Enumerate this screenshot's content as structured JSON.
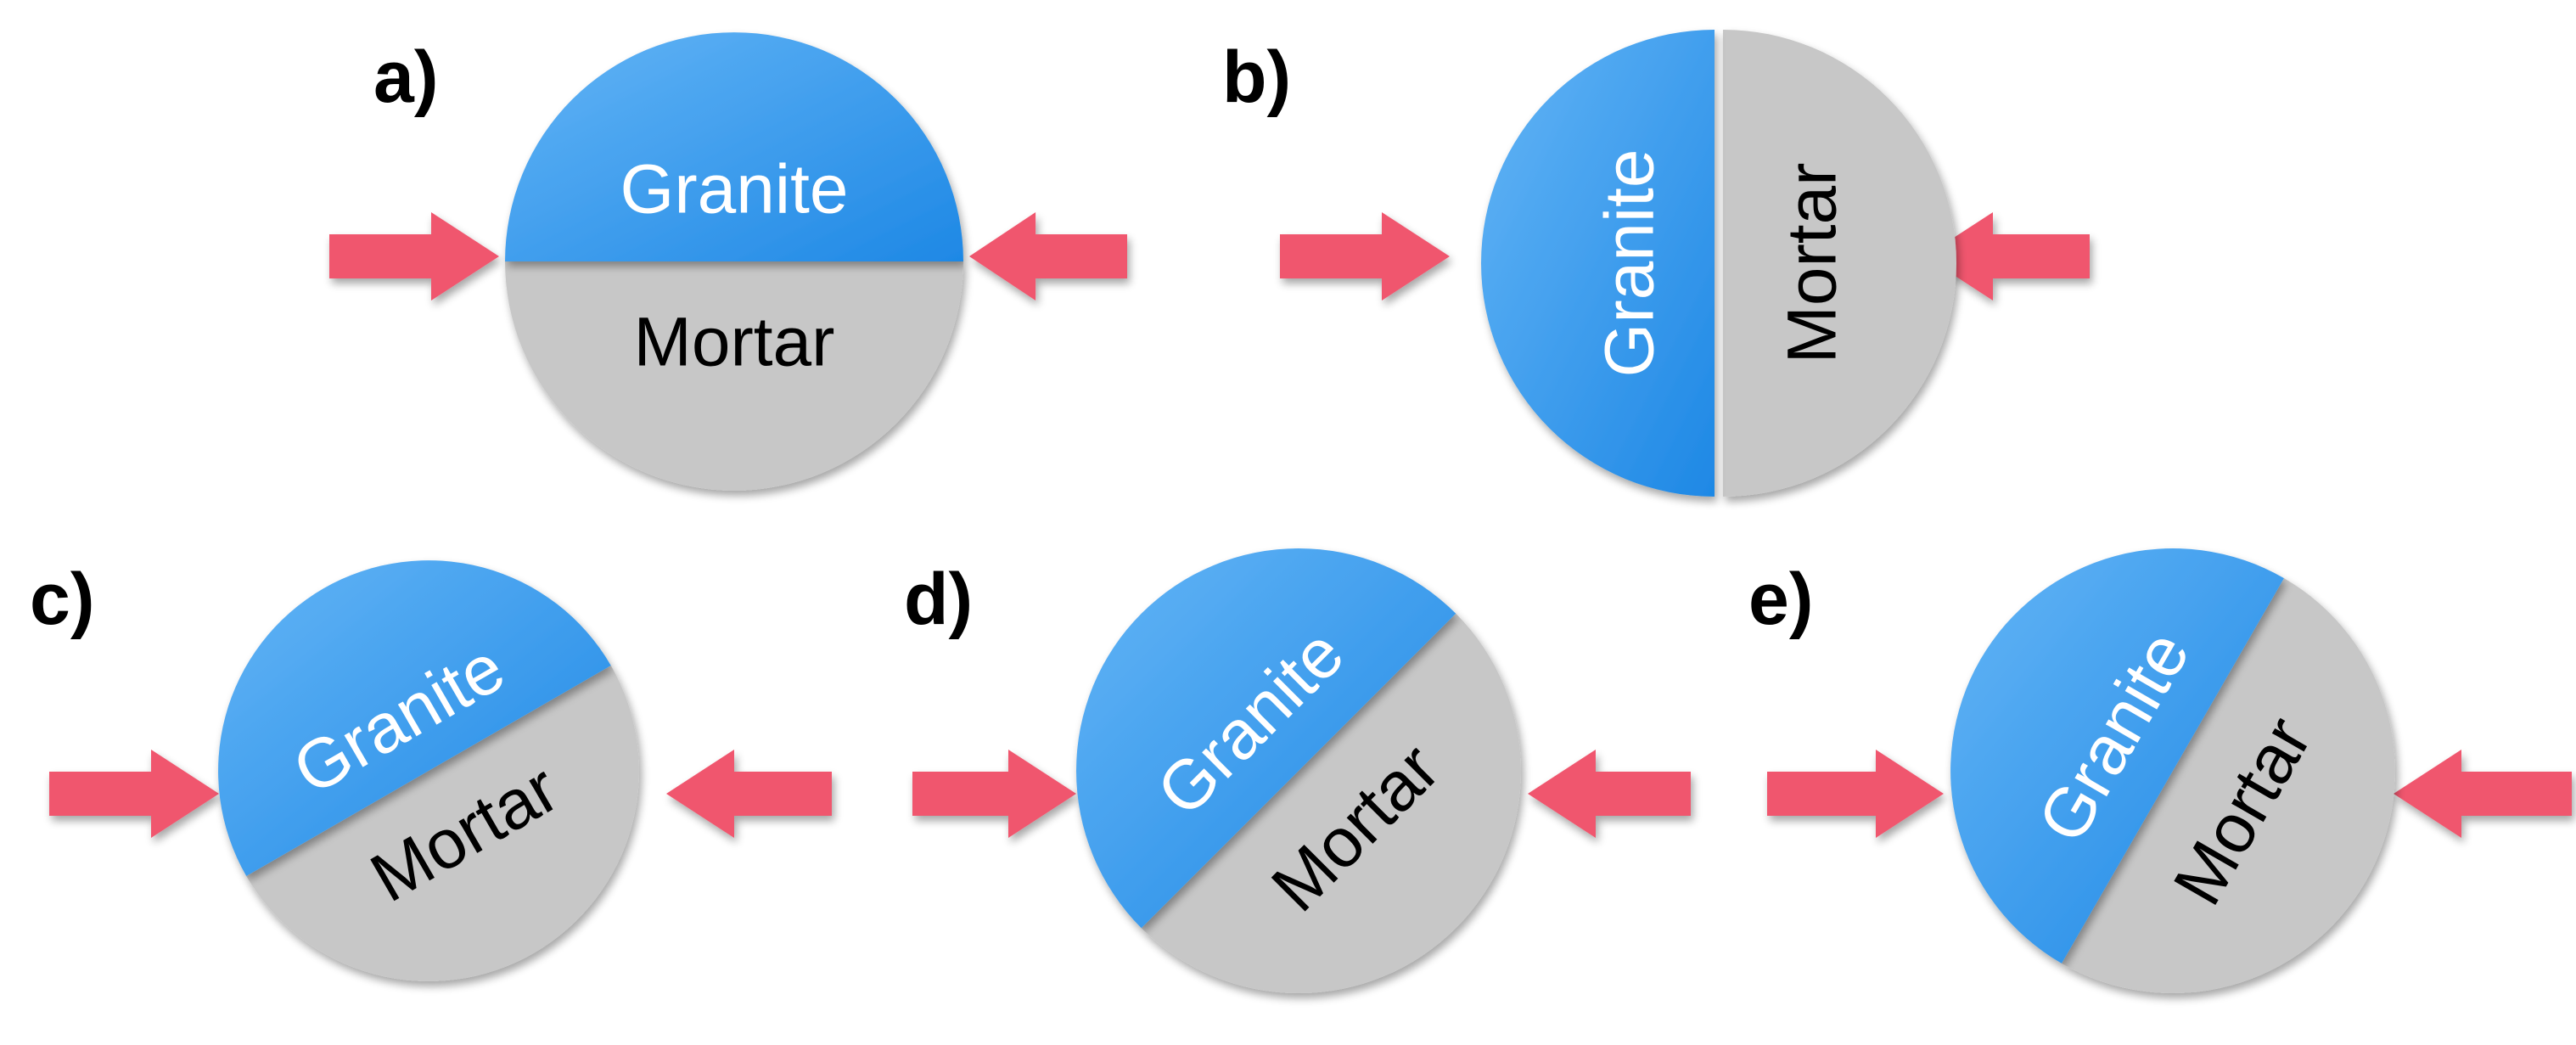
{
  "colors": {
    "granite": "#1E88E5",
    "granite_light": "#64B5F6",
    "mortar": "#C7C7C7",
    "arrow": "#F0566E",
    "text_dark": "#000000",
    "text_light": "#FFFFFF"
  },
  "materials": {
    "granite": "Granite",
    "mortar": "Mortar"
  },
  "panels": [
    {
      "label": "a)",
      "interface_angle_deg": 0
    },
    {
      "label": "b)",
      "interface_angle_deg": 90
    },
    {
      "label": "c)",
      "interface_angle_deg": 30
    },
    {
      "label": "d)",
      "interface_angle_deg": 45
    },
    {
      "label": "e)",
      "interface_angle_deg": 60
    }
  ],
  "icons": {
    "load_arrow": "arrow-right-icon / arrow-left-icon"
  }
}
